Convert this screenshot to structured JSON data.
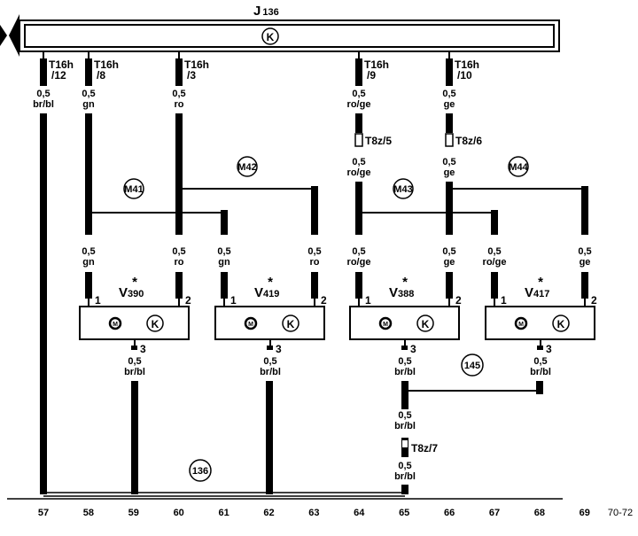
{
  "control_unit": {
    "letter": "J",
    "sub": "136",
    "symbol": "K"
  },
  "top_connectors": [
    {
      "name": "T16h",
      "pin": "/12",
      "size": "0,5",
      "color": "br/bl"
    },
    {
      "name": "T16h",
      "pin": "/8",
      "size": "0,5",
      "color": "gn"
    },
    {
      "name": "T16h",
      "pin": "/3",
      "size": "0,5",
      "color": "ro"
    },
    {
      "name": "T16h",
      "pin": "/9",
      "size": "0,5",
      "color": "ro/ge"
    },
    {
      "name": "T16h",
      "pin": "/10",
      "size": "0,5",
      "color": "ge"
    }
  ],
  "mid_connectors": [
    {
      "name": "T8z/5",
      "size": "0,5",
      "color": "ro/ge"
    },
    {
      "name": "T8z/6",
      "size": "0,5",
      "color": "ge"
    }
  ],
  "junctions": [
    "M41",
    "M42",
    "M43",
    "M44"
  ],
  "motor_inputs": [
    {
      "size": "0,5",
      "color": "gn",
      "pin": "1"
    },
    {
      "size": "0,5",
      "color": "ro",
      "pin": "2"
    },
    {
      "size": "0,5",
      "color": "gn",
      "pin": "1"
    },
    {
      "size": "0,5",
      "color": "ro",
      "pin": "2"
    },
    {
      "size": "0,5",
      "color": "ro/ge",
      "pin": "1"
    },
    {
      "size": "0,5",
      "color": "ge",
      "pin": "2"
    },
    {
      "size": "0,5",
      "color": "ro/ge",
      "pin": "1"
    },
    {
      "size": "0,5",
      "color": "ge",
      "pin": "2"
    }
  ],
  "motors": [
    {
      "letter": "V",
      "sub": "390",
      "star": "*",
      "motor_symbol": "M",
      "unit_symbol": "K",
      "ground_pin": "3",
      "size": "0,5",
      "color": "br/bl"
    },
    {
      "letter": "V",
      "sub": "419",
      "star": "*",
      "motor_symbol": "M",
      "unit_symbol": "K",
      "ground_pin": "3",
      "size": "0,5",
      "color": "br/bl"
    },
    {
      "letter": "V",
      "sub": "388",
      "star": "*",
      "motor_symbol": "M",
      "unit_symbol": "K",
      "ground_pin": "3",
      "size": "0,5",
      "color": "br/bl"
    },
    {
      "letter": "V",
      "sub": "417",
      "star": "*",
      "motor_symbol": "M",
      "unit_symbol": "K",
      "ground_pin": "3",
      "size": "0,5",
      "color": "br/bl"
    }
  ],
  "ground_path": {
    "junction": "145",
    "upper": {
      "size": "0,5",
      "color": "br/bl"
    },
    "connector": "T8z/7",
    "lower": {
      "size": "0,5",
      "color": "br/bl"
    },
    "ground_junction": "136"
  },
  "tracks": [
    "57",
    "58",
    "59",
    "60",
    "61",
    "62",
    "63",
    "64",
    "65",
    "66",
    "67",
    "68",
    "69",
    "70-72"
  ]
}
